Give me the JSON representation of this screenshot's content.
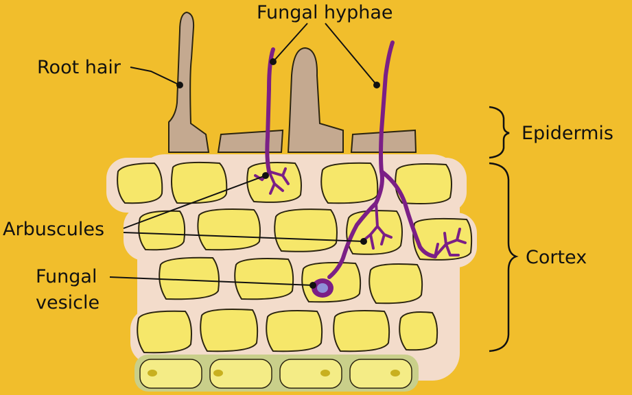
{
  "labels": {
    "fungal_hyphae": "Fungal hyphae",
    "root_hair": "Root hair",
    "epidermis": "Epidermis",
    "arbuscules": "Arbuscules",
    "cortex": "Cortex",
    "fungal_vesicle_line1": "Fungal",
    "fungal_vesicle_line2": "vesicle"
  },
  "colors": {
    "background": "#f1be2c",
    "cortex_cell": "#f6e76a",
    "cell_wall_fill": "#f3dccb",
    "epidermis_cell": "#c4a990",
    "fungus": "#7b1f86",
    "endodermis_cell": "#d7dc8e"
  }
}
